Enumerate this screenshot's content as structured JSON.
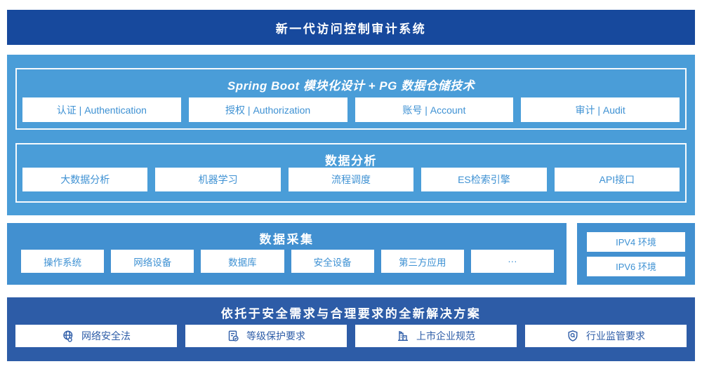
{
  "banner": {
    "title": "新一代访问控制审计系统"
  },
  "platform": {
    "title": "Spring Boot 模块化设计 + PG 数据仓储技术",
    "modules": [
      "认证 | Authentication",
      "授权 | Authorization",
      "账号 | Account",
      "审计 | Audit"
    ]
  },
  "analysis": {
    "title": "数据分析",
    "modules": [
      "大数据分析",
      "机器学习",
      "流程调度",
      "ES检索引擎",
      "API接口"
    ]
  },
  "collection": {
    "title": "数据采集",
    "modules": [
      "操作系统",
      "网络设备",
      "数据库",
      "安全设备",
      "第三方应用",
      "···"
    ]
  },
  "environments": {
    "items": [
      "IPV4 环境",
      "IPV6 环境"
    ]
  },
  "solution": {
    "title": "依托于安全需求与合理要求的全新解决方案",
    "items": [
      {
        "icon": "globe-icon",
        "label": "网络安全法"
      },
      {
        "icon": "document-check-icon",
        "label": "等级保护要求"
      },
      {
        "icon": "building-icon",
        "label": "上市企业规范"
      },
      {
        "icon": "shield-search-icon",
        "label": "行业监管要求"
      }
    ]
  },
  "colors": {
    "banner_bg": "#17499D",
    "platform_bg": "#4A9DD8",
    "collection_bg": "#4290D0",
    "solution_bg": "#2D5CA7",
    "module_text": "#3E91D3",
    "solution_text": "#2D5CA7"
  }
}
